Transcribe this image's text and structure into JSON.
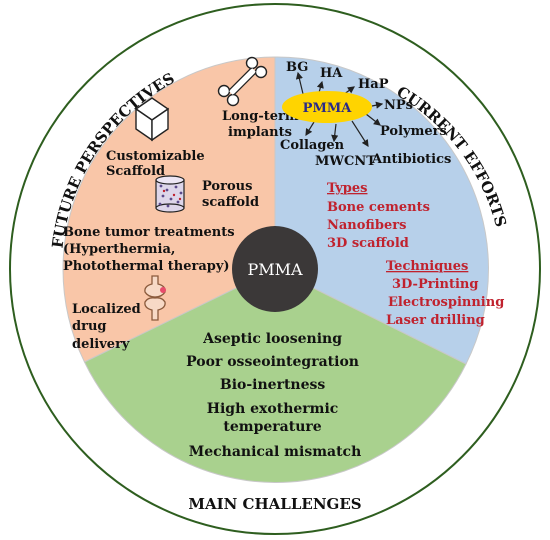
{
  "ring_labels": {
    "left": "FUTURE PERSPECTIVES",
    "right": "CURRENT EFFORTS",
    "bottom": "MAIN CHALLENGES"
  },
  "center_label": "PMMA",
  "future_perspectives": {
    "long_term": [
      "Long-term",
      "implants"
    ],
    "custom": [
      "Customizable",
      "Scaffold"
    ],
    "porous": [
      "Porous",
      "scaffold"
    ],
    "bone_tumor": [
      "Bone tumor treatments",
      "(Hyperthermia,",
      "Photothermal therapy)"
    ],
    "drug": [
      "Localized",
      "drug",
      "delivery"
    ]
  },
  "current_efforts": {
    "hub_label": "PMMA",
    "spokes": [
      "BG",
      "HA",
      "HaP",
      "NPs",
      "Polymers",
      "Antibiotics",
      "MWCNT",
      "Collagen"
    ],
    "types_title": "Types",
    "types": [
      "Bone cements",
      "Nanofibers",
      "3D scaffold"
    ],
    "techniques_title": "Techniques",
    "techniques": [
      "3D-Printing",
      "Electrospinning",
      "Laser drilling"
    ]
  },
  "main_challenges": {
    "items": [
      "Aseptic loosening",
      "Poor  osseointegration",
      "Bio-inertness",
      "High exothermic",
      "temperature",
      "Mechanical mismatch"
    ]
  },
  "colors": {
    "future": "#f9c6a8",
    "current": "#b7d0ea",
    "challenges": "#a9d18e",
    "center": "#3b3838",
    "hub": "#ffd400",
    "accent_red": "#c0222e"
  }
}
